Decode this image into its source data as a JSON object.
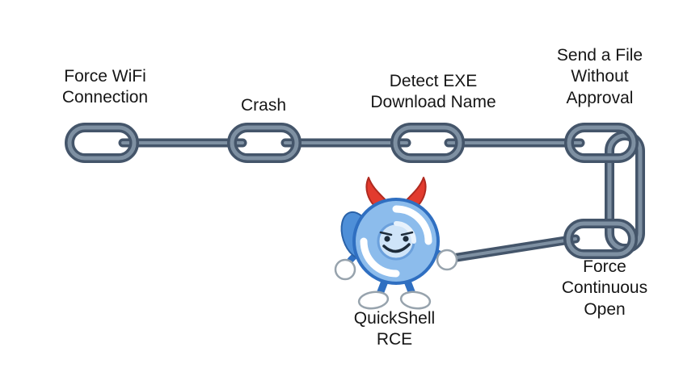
{
  "labels": {
    "force_wifi": "Force WiFi\nConnection",
    "crash": "Crash",
    "detect_exe": "Detect EXE\nDownload Name",
    "send_file": "Send a File\nWithout\nApproval",
    "force_open": "Force\nContinuous\nOpen",
    "quickshell": "QuickShell\nRCE"
  },
  "colors": {
    "chain_dark": "#44556a",
    "chain_mid": "#7e90a2",
    "mascot_body": "#8cbcec",
    "mascot_outline": "#2f6fc1",
    "mascot_wing": "#4e8fd8",
    "horn_red": "#e23b2e",
    "background": "#ffffff",
    "text": "#161616"
  }
}
